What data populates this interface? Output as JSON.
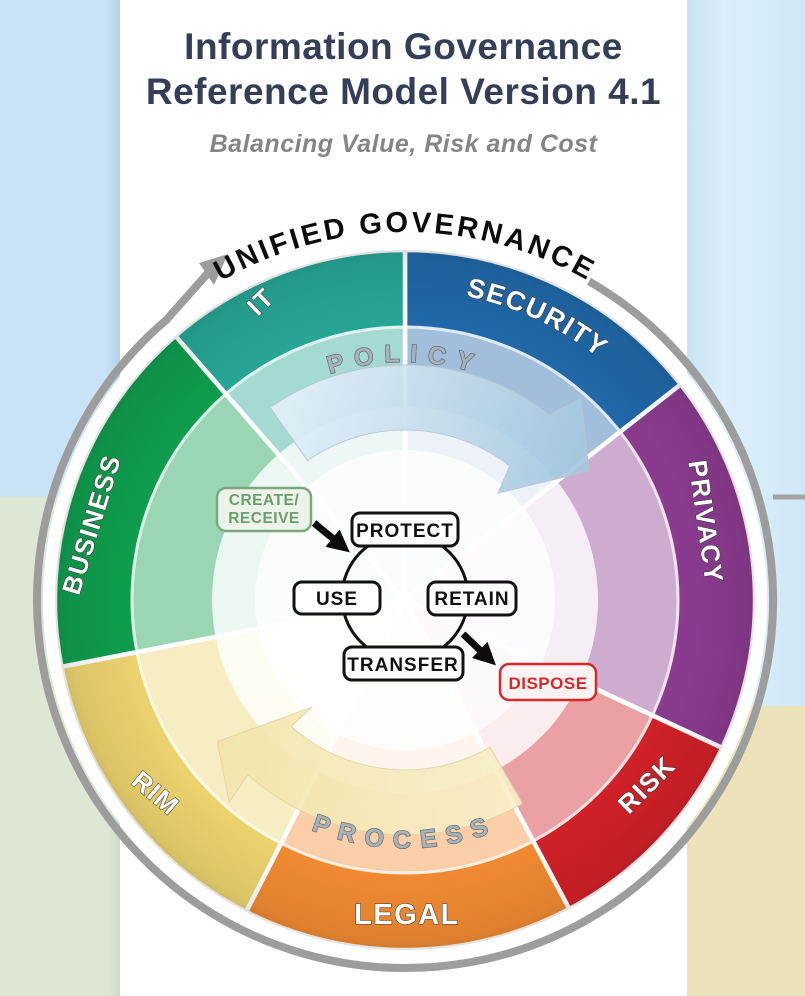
{
  "title": {
    "line1": "Information Governance",
    "line2": "Reference Model Version 4.1"
  },
  "subtitle": "Balancing Value, Risk and Cost",
  "outer_arc_label": "UNIFIED GOVERNANCE",
  "wheel": {
    "segments": [
      {
        "label": "SECURITY",
        "color": "#2068a8"
      },
      {
        "label": "PRIVACY",
        "color": "#8b3b8f"
      },
      {
        "label": "RISK",
        "color": "#d02127"
      },
      {
        "label": "LEGAL",
        "color": "#f18a31"
      },
      {
        "label": "RIM",
        "color": "#ecd36e"
      },
      {
        "label": "BUSINESS",
        "color": "#0f9d4e"
      },
      {
        "label": "IT",
        "color": "#27a695"
      }
    ],
    "ring_labels": {
      "policy": "POLICY",
      "process": "PROCESS"
    }
  },
  "lifecycle": {
    "create_line1": "CREATE/",
    "create_line2": "RECEIVE",
    "protect": "PROTECT",
    "use": "USE",
    "retain": "RETAIN",
    "transfer": "TRANSFER",
    "dispose": "DISPOSE",
    "create_color": "#6b9e6d",
    "dispose_color": "#d42a2c"
  },
  "colors": {
    "title_text": "#343e58",
    "subtitle_text": "#858585",
    "outer_ring_gray": "#9d9d9d",
    "bg_top_left": "#c7e3f5",
    "bg_bottom_left": "#dde7d3",
    "bg_top_right": "#d6ebf8",
    "bg_bottom_right": "#ebe2ba"
  }
}
